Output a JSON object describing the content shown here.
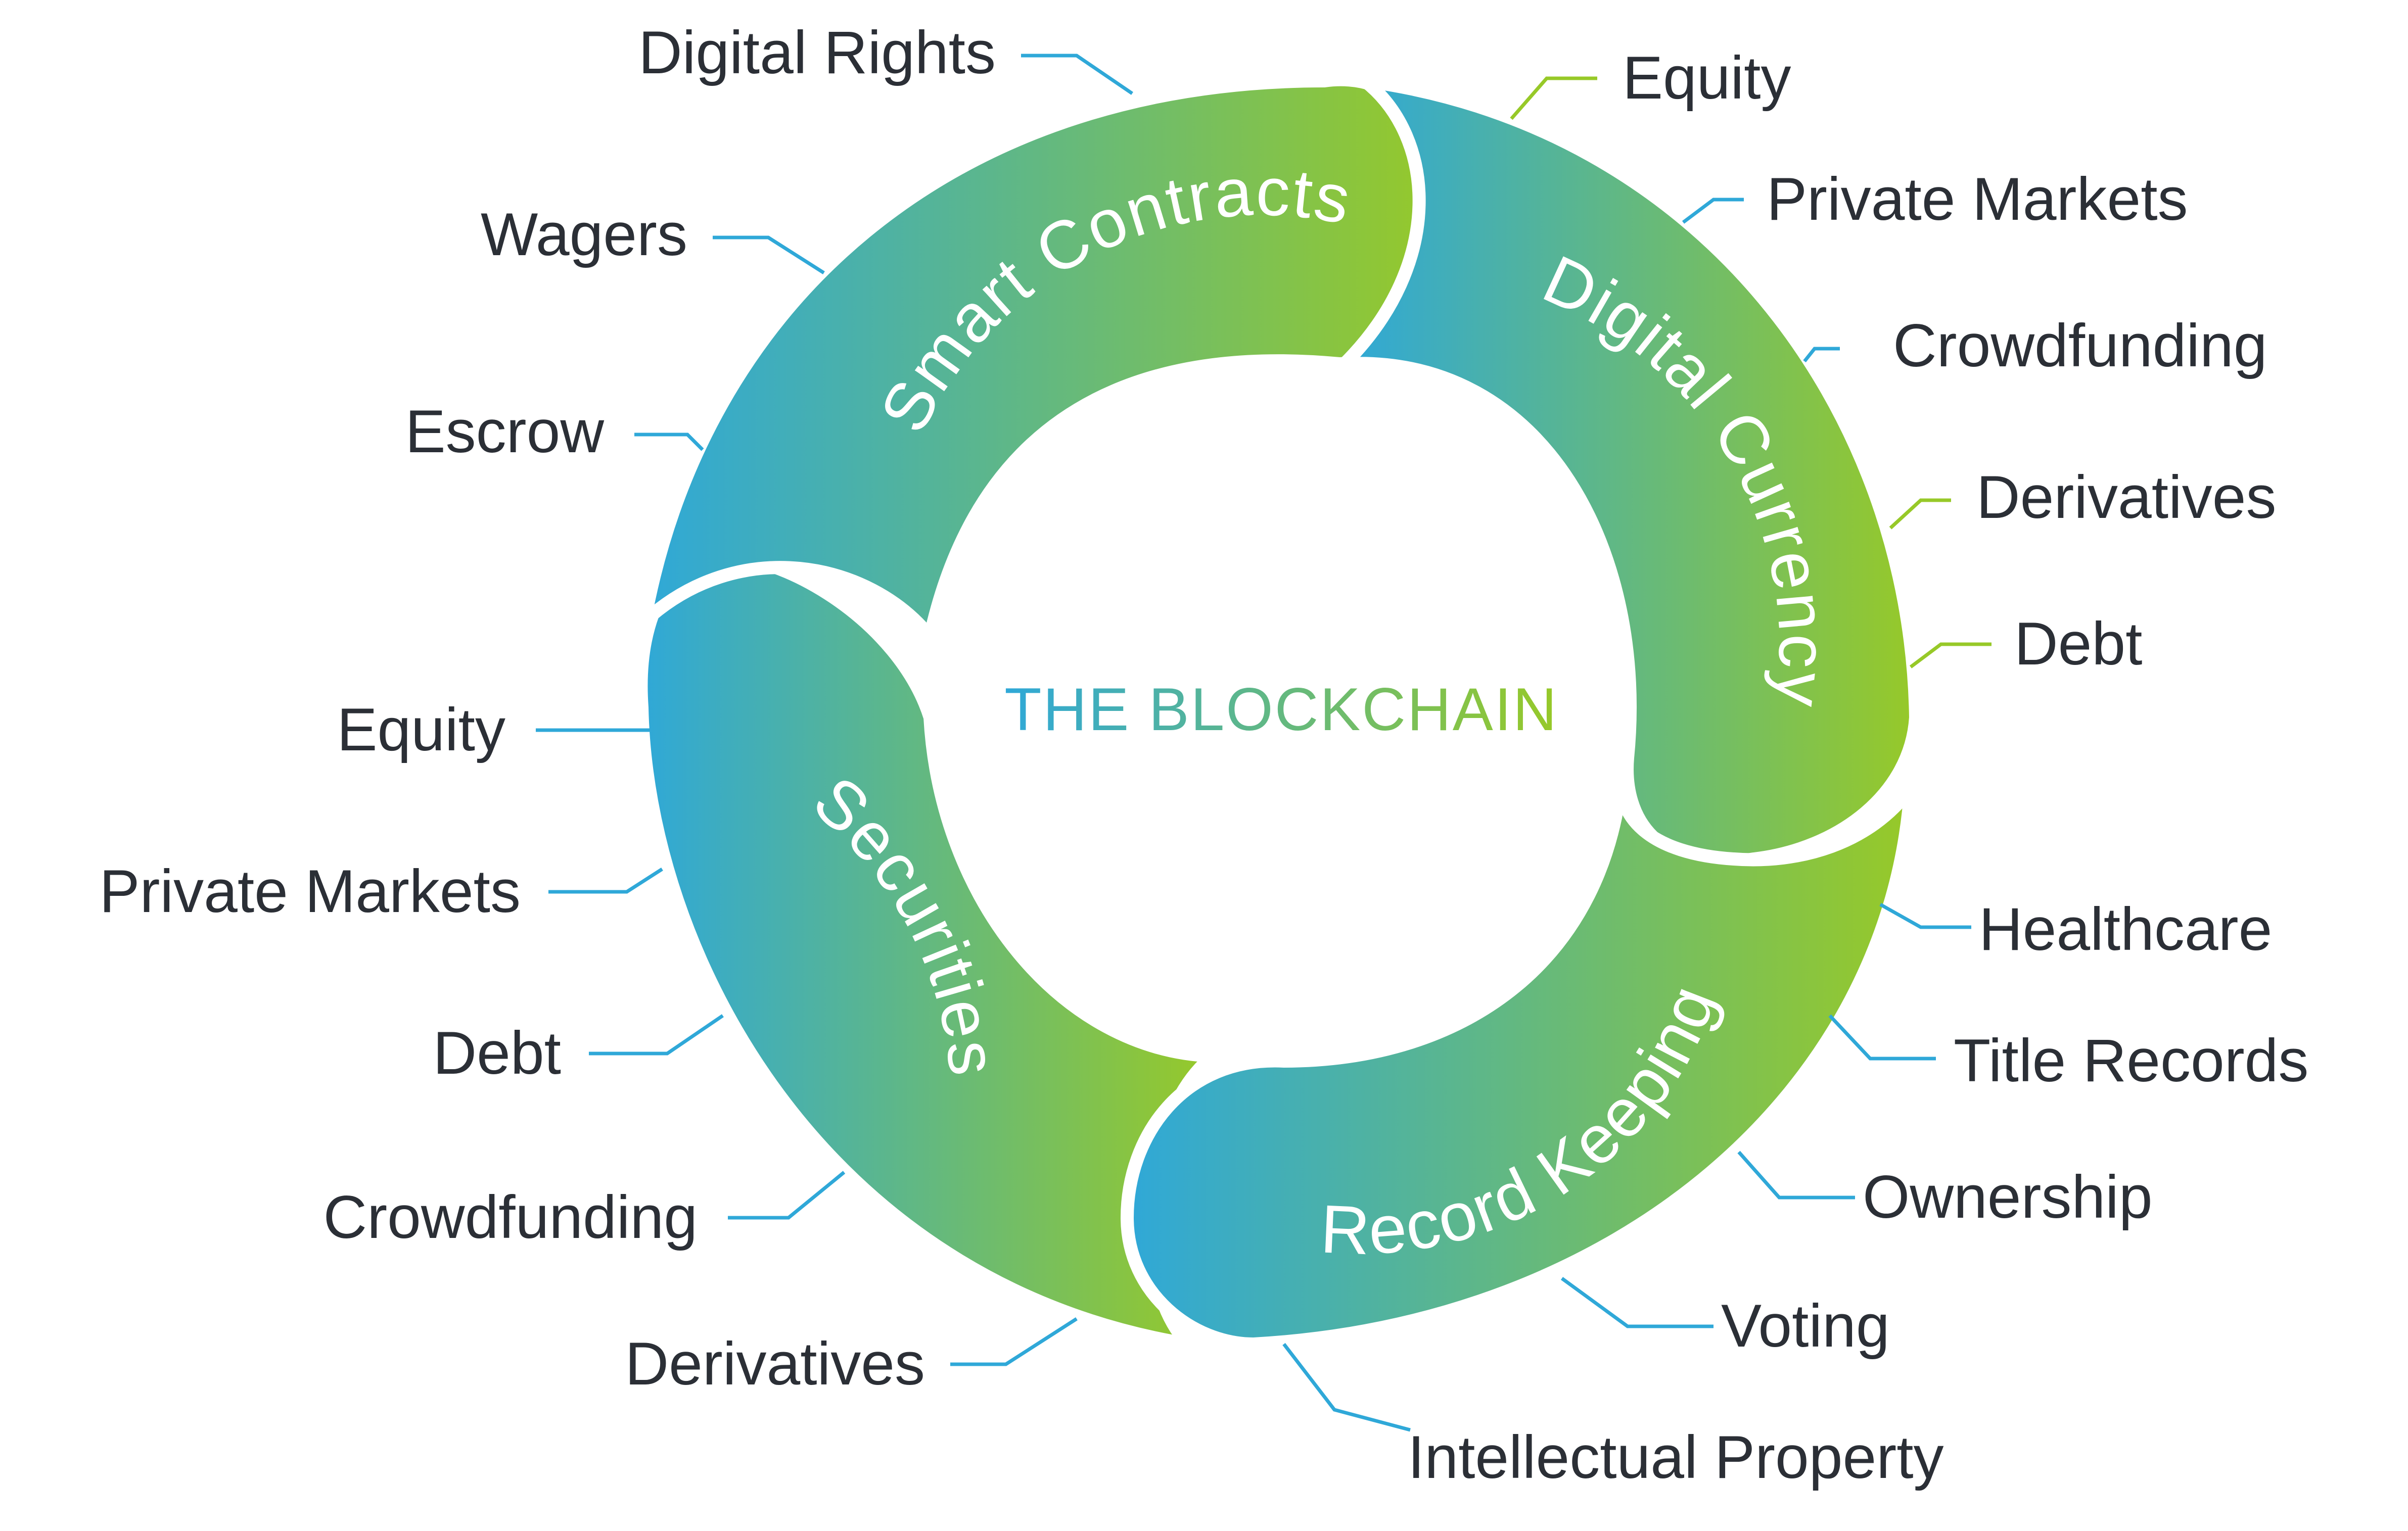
{
  "center_title": "THE BLOCKCHAIN",
  "colors": {
    "blue": "#2fa8d8",
    "green": "#97c928",
    "text": "#2b2f36",
    "white": "#ffffff"
  },
  "segments": {
    "smart_contracts": {
      "label": "Smart Contracts",
      "items": [
        "Digital Rights",
        "Wagers",
        "Escrow"
      ]
    },
    "digital_currency": {
      "label": "Digital Currency",
      "items": [
        "Equity",
        "Private Markets",
        "Crowdfunding",
        "Derivatives",
        "Debt"
      ]
    },
    "record_keeping": {
      "label": "Record Keeping",
      "items": [
        "Healthcare",
        "Title Records",
        "Ownership",
        "Voting",
        "Intellectual Property"
      ]
    },
    "securities": {
      "label": "Securities",
      "items": [
        "Equity",
        "Private Markets",
        "Debt",
        "Crowdfunding",
        "Derivatives"
      ]
    }
  }
}
